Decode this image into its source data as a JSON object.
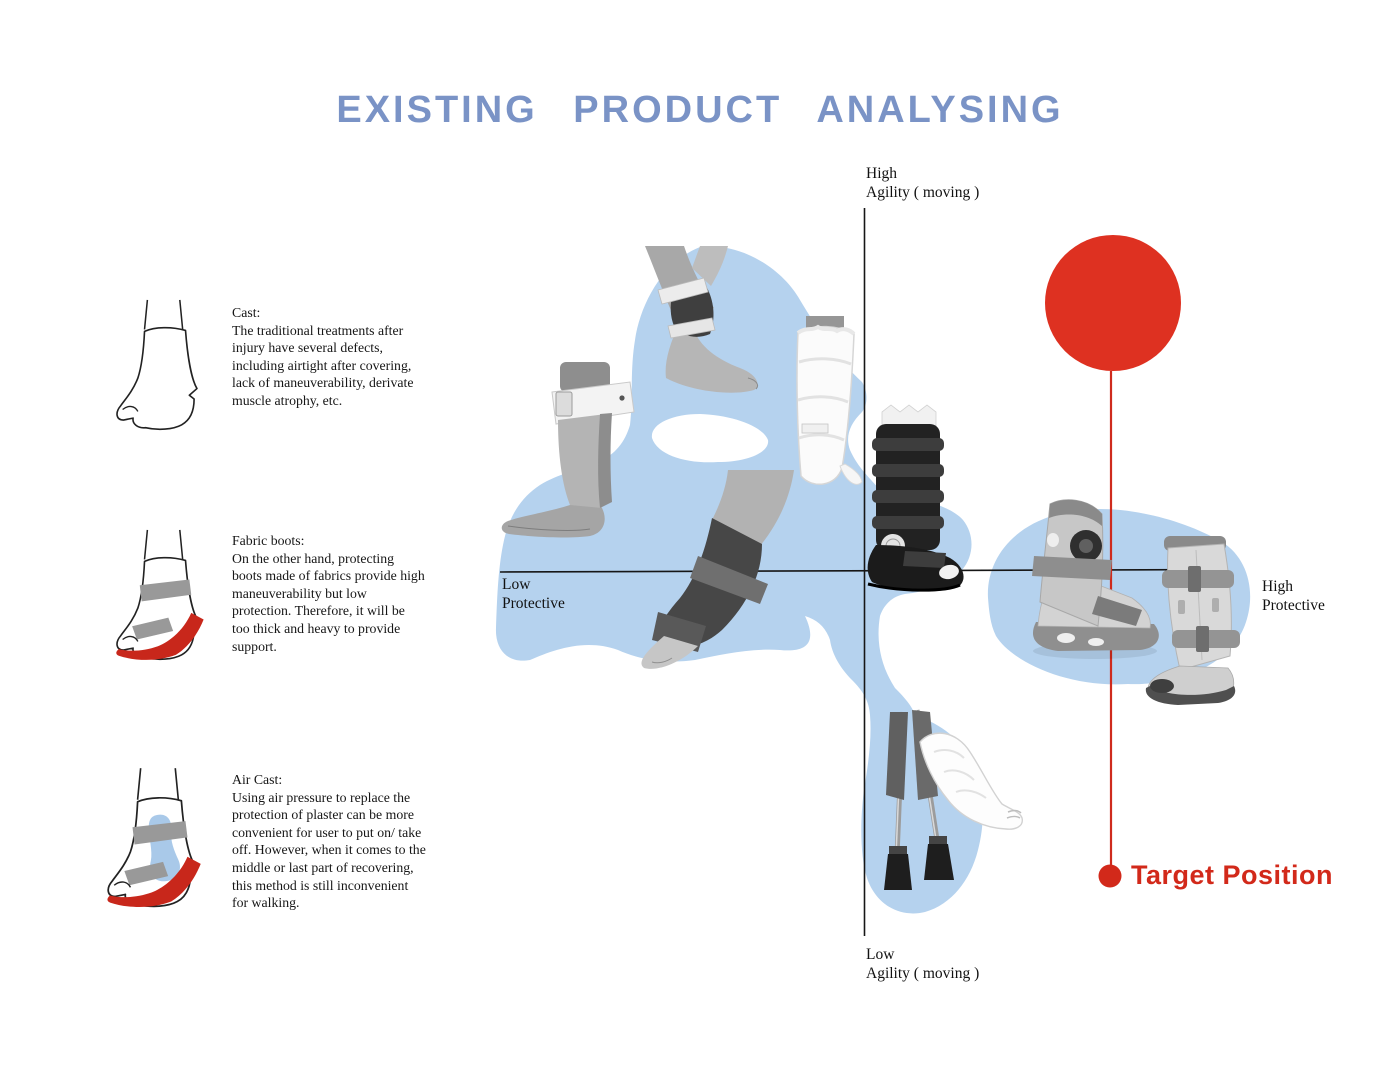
{
  "title": "EXISTING PRODUCT ANALYSING",
  "palette": {
    "title_blue": "#7A93C6",
    "blob_blue": "#B5D2EE",
    "accent_red": "#D5291B",
    "ink": "#1A1A1A"
  },
  "left_column": {
    "items": [
      {
        "name": "cast",
        "icon": "cast-ankle-sketch",
        "heading": "Cast:",
        "body_lines": [
          "The traditional treatments after",
          "injury have several defects,",
          "including airtight after covering,",
          "lack of maneuverability, derivate",
          "muscle atrophy, etc."
        ]
      },
      {
        "name": "fabric-boots",
        "icon": "fabric-boot-sketch",
        "heading": "Fabric boots:",
        "body_lines": [
          "On the other hand, protecting",
          "boots made of fabrics provide high",
          "maneuverability but low",
          "protection. Therefore, it will be",
          "too thick and heavy to provide",
          "support."
        ]
      },
      {
        "name": "air-cast",
        "icon": "air-cast-sketch",
        "heading": "Air Cast:",
        "body_lines": [
          "Using air pressure to replace the",
          "protection of plaster can be more",
          "convenient for user to put on/ take",
          "off. However, when it comes to the",
          "middle or last part of recovering,",
          "this method is still inconvenient",
          "for walking."
        ]
      }
    ]
  },
  "map": {
    "axes": {
      "top": {
        "lines": [
          "High",
          "Agility ( moving )"
        ]
      },
      "bottom": {
        "lines": [
          "Low",
          "Agility ( moving )"
        ]
      },
      "left": {
        "lines": [
          "Low",
          "Protective"
        ]
      },
      "right": {
        "lines": [
          "High",
          "Protective"
        ]
      }
    },
    "target": {
      "label": "Target Position"
    },
    "products": [
      "ankle-foot-orthosis",
      "sport-ankle-stabilizer",
      "white-tube-cast",
      "fabric-ankle-support",
      "black-walker-boot",
      "aircast-walker-boot",
      "tall-walker-boot",
      "crutches-and-plaster-cast"
    ]
  }
}
